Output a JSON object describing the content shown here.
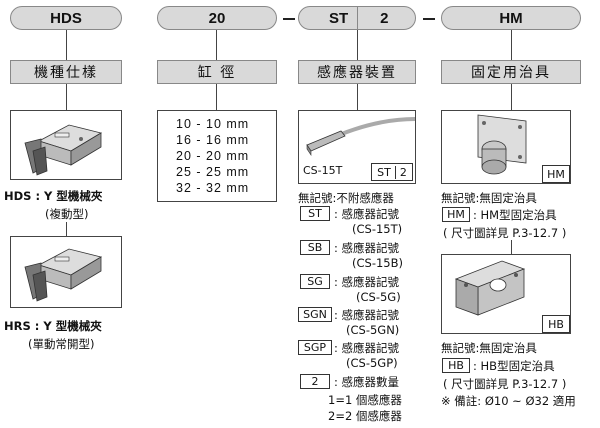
{
  "codes": {
    "model": "HDS",
    "bore": "20",
    "sensor": "ST",
    "qty": "2",
    "mount": "HM"
  },
  "headers": {
    "col1": "機種仕樣",
    "col2": "缸 徑",
    "col3": "感應器裝置",
    "col4": "固定用治具"
  },
  "col1": {
    "hds_label": "HDS : Y 型機械夾",
    "hds_sub": "(複動型)",
    "hrs_label": "HRS : Y 型機械夾",
    "hrs_sub": "(單動常開型)"
  },
  "sizes": [
    "10 - 10 mm",
    "16 - 16 mm",
    "20 - 20 mm",
    "25 - 25 mm",
    "32 - 32 mm"
  ],
  "sensor_box": {
    "model": "CS-15T",
    "tag_st": "ST",
    "tag_2": "2"
  },
  "sensor_options": {
    "none": "無記號:不附感應器",
    "items": [
      {
        "code": "ST",
        "text": ": 感應器記號",
        "model": "(CS-15T)"
      },
      {
        "code": "SB",
        "text": ": 感應器記號",
        "model": "(CS-15B)"
      },
      {
        "code": "SG",
        "text": ": 感應器記號",
        "model": "(CS-5G)"
      },
      {
        "code": "SGN",
        "text": ": 感應器記號",
        "model": "(CS-5GN)"
      },
      {
        "code": "SGP",
        "text": ": 感應器記號",
        "model": "(CS-5GP)"
      }
    ],
    "qty_code": "2",
    "qty_text": ": 感應器數量",
    "qty1": "1=1 個感應器",
    "qty2": "2=2 個感應器"
  },
  "mount": {
    "hm_tag": "HM",
    "hb_tag": "HB",
    "hm_none": "無記號:無固定治具",
    "hm_code": "HM",
    "hm_text": ": HM型固定治具",
    "hm_ref": "( 尺寸圖詳見 P.3-12.7 )",
    "hb_none": "無記號:無固定治具",
    "hb_code": "HB",
    "hb_text": ": HB型固定治具",
    "hb_ref": "( 尺寸圖詳見 P.3-12.7 )",
    "note": "※ 備註: Ø10 ~ Ø32 適用"
  }
}
